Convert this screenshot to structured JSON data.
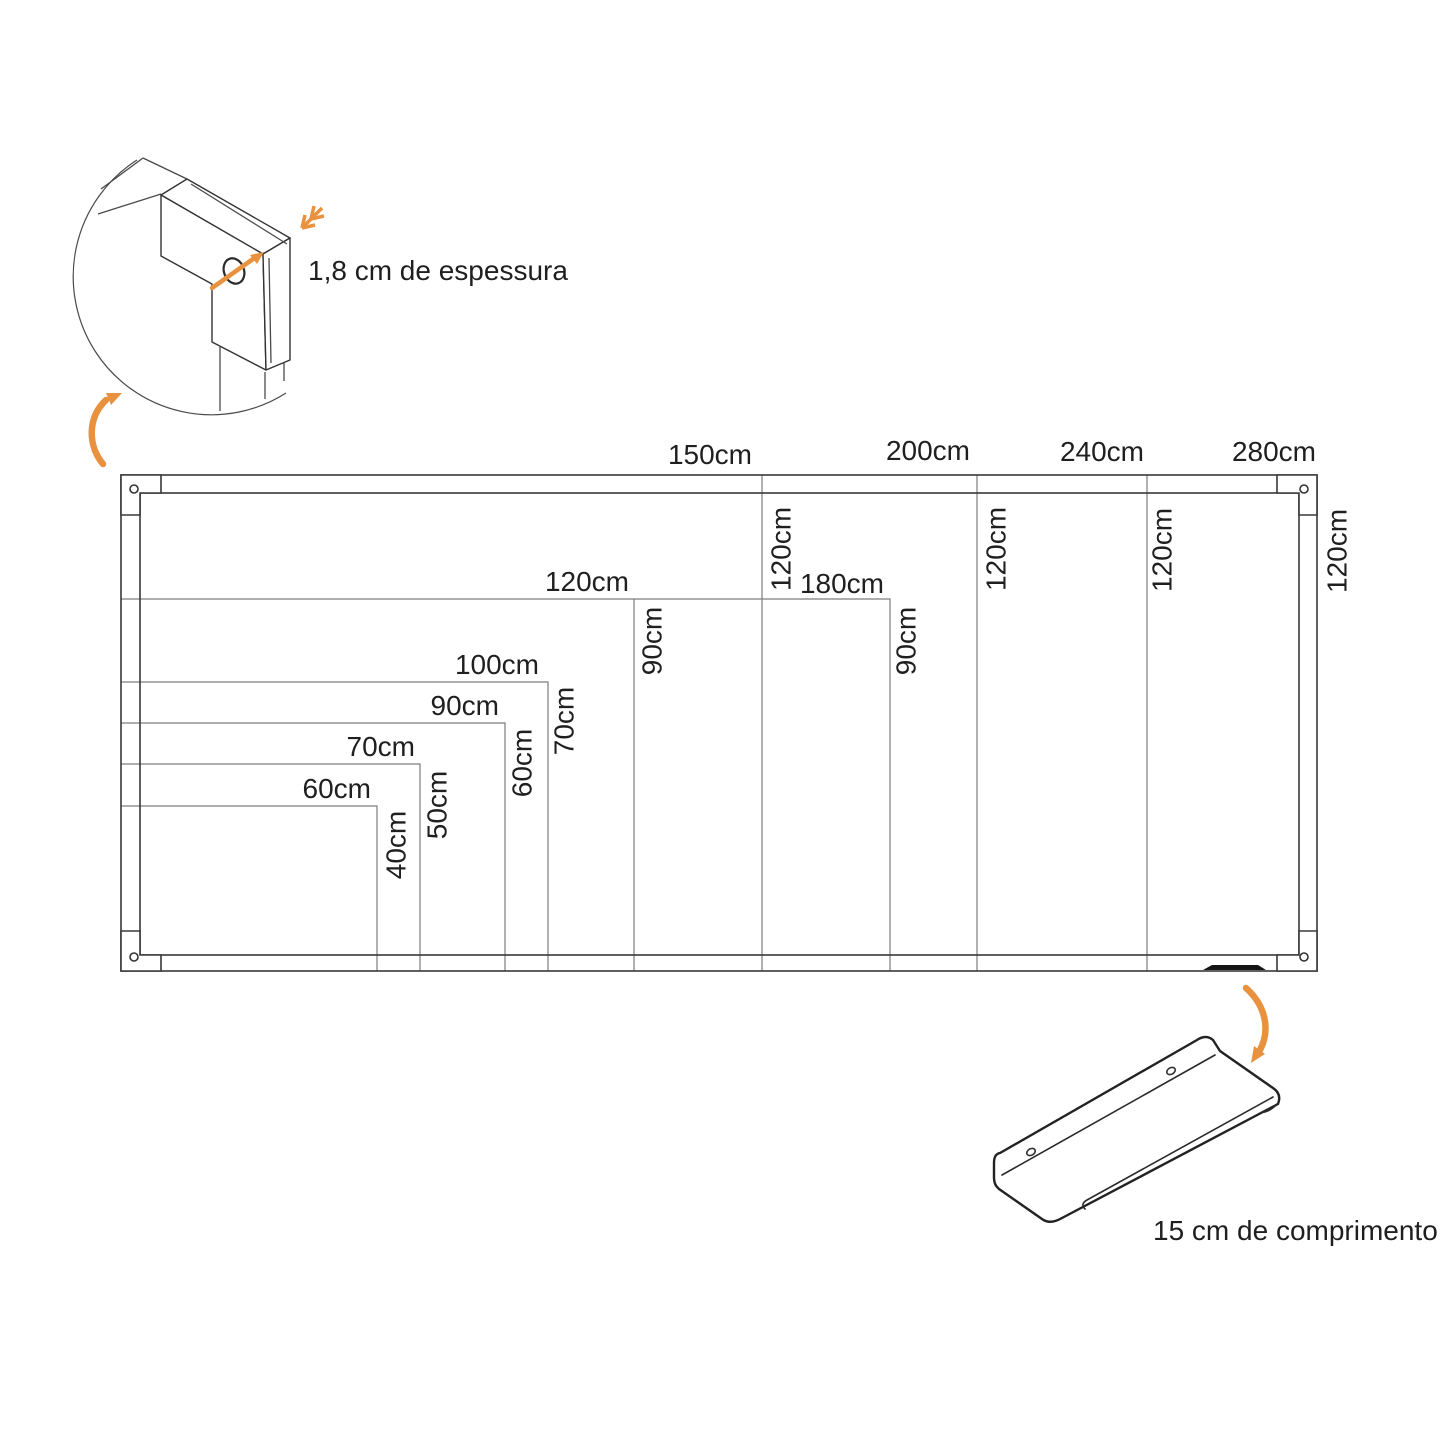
{
  "colors": {
    "accent": "#E8923F",
    "line_dark": "#333333",
    "line_mid": "#777777",
    "text": "#1F1F1F"
  },
  "detail_view": {
    "thickness_label": "1,8 cm de espessura"
  },
  "shelf_view": {
    "length_label": "15 cm de comprimento"
  },
  "board_sizes": {
    "full": [
      {
        "width": "150cm",
        "height": "120cm"
      },
      {
        "width": "200cm",
        "height": "120cm"
      },
      {
        "width": "240cm",
        "height": "120cm"
      },
      {
        "width": "280cm",
        "height": "120cm"
      }
    ],
    "nested": [
      {
        "width": "60cm",
        "height": "40cm"
      },
      {
        "width": "70cm",
        "height": "50cm"
      },
      {
        "width": "90cm",
        "height": "60cm"
      },
      {
        "width": "100cm",
        "height": "70cm"
      },
      {
        "width": "120cm",
        "height": "90cm"
      },
      {
        "width": "180cm",
        "height": "90cm"
      }
    ]
  }
}
